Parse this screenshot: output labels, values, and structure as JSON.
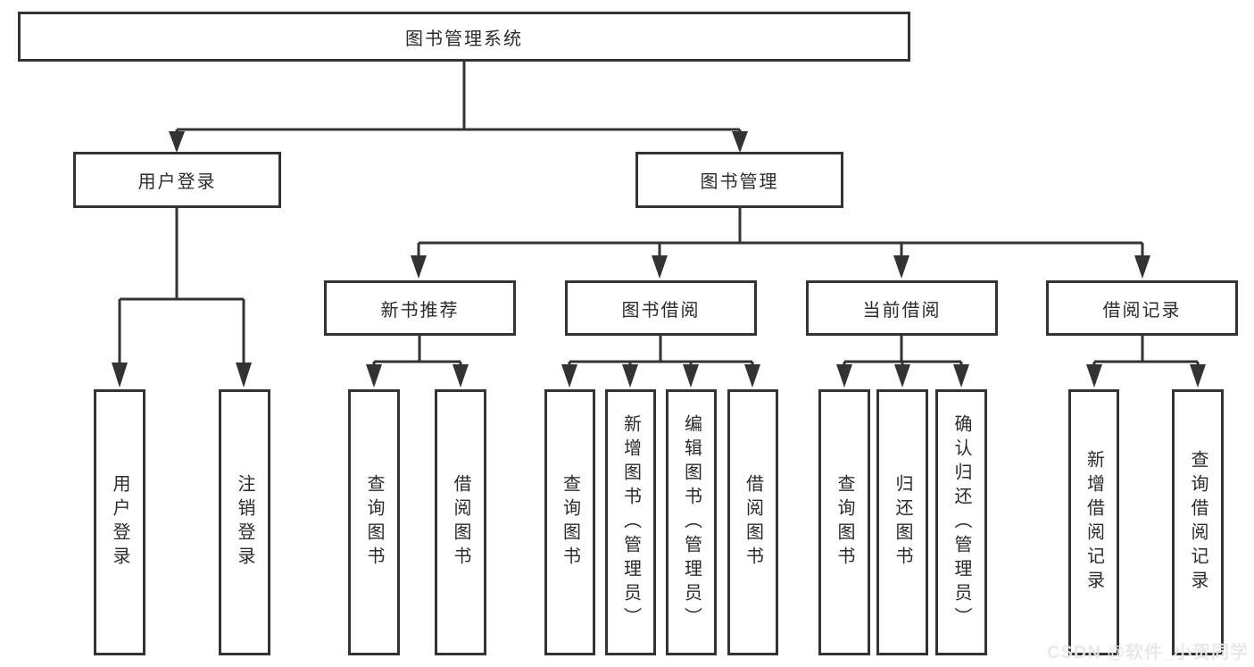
{
  "nodes": {
    "root": {
      "label": "图书管理系统"
    },
    "login": {
      "label": "用户登录"
    },
    "mgmt": {
      "label": "图书管理"
    },
    "newbook": {
      "label": "新书推荐"
    },
    "borrow": {
      "label": "图书借阅"
    },
    "current": {
      "label": "当前借阅"
    },
    "records": {
      "label": "借阅记录"
    },
    "login_user": {
      "label": "用户登录"
    },
    "logout": {
      "label": "注销登录"
    },
    "nb_query": {
      "label": "查询图书"
    },
    "nb_borrow": {
      "label": "借阅图书"
    },
    "bb_query": {
      "label": "查询图书"
    },
    "bb_add": {
      "label": "新增图书（管理员）"
    },
    "bb_edit": {
      "label": "编辑图书（管理员）"
    },
    "bb_borrow": {
      "label": "借阅图书"
    },
    "cb_query": {
      "label": "查询图书"
    },
    "cb_return": {
      "label": "归还图书"
    },
    "cb_confirm": {
      "label": "确认归还（管理员）"
    },
    "rec_add": {
      "label": "新增借阅记录"
    },
    "rec_query": {
      "label": "查询借阅记录"
    }
  },
  "watermark": {
    "text": "CSDN @软件_小贺同学"
  },
  "colors": {
    "line": "#333333",
    "box_border": "#333333",
    "box_fill": "#ffffff",
    "text": "#2b2b2b",
    "watermark": "#e8e8e8"
  }
}
